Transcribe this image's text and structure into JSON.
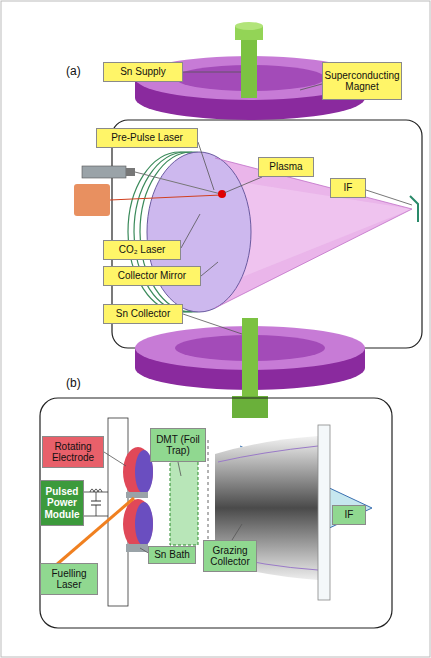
{
  "diagram": {
    "nodes": [
      {
        "text": [
          "Sn Supply"
        ]
      },
      {
        "text": [
          "Superconducting Magnet"
        ]
      },
      {
        "text": [
          "Pre-Pulse Laser"
        ]
      },
      {
        "text": [
          "Plasma"
        ]
      },
      {
        "text": [
          "IF"
        ]
      },
      {
        "text": [
          "CO₂ Laser"
        ]
      },
      {
        "text": [
          "Collector Mirror"
        ]
      },
      {
        "text": [
          "Sn Collector"
        ]
      },
      {
        "text": [
          "Rotating Electrode"
        ]
      },
      {
        "text": [
          "DMT (Foil Trap)"
        ]
      },
      {
        "text": [
          "Pulsed Power Module"
        ]
      },
      {
        "text": [
          "IF"
        ]
      },
      {
        "text": [
          "Sn Bath"
        ]
      },
      {
        "text": [
          "Grazing Collector"
        ]
      },
      {
        "text": [
          "Fuelling Laser"
        ]
      }
    ],
    "labels": [
      "(a)",
      "(b)"
    ]
  }
}
